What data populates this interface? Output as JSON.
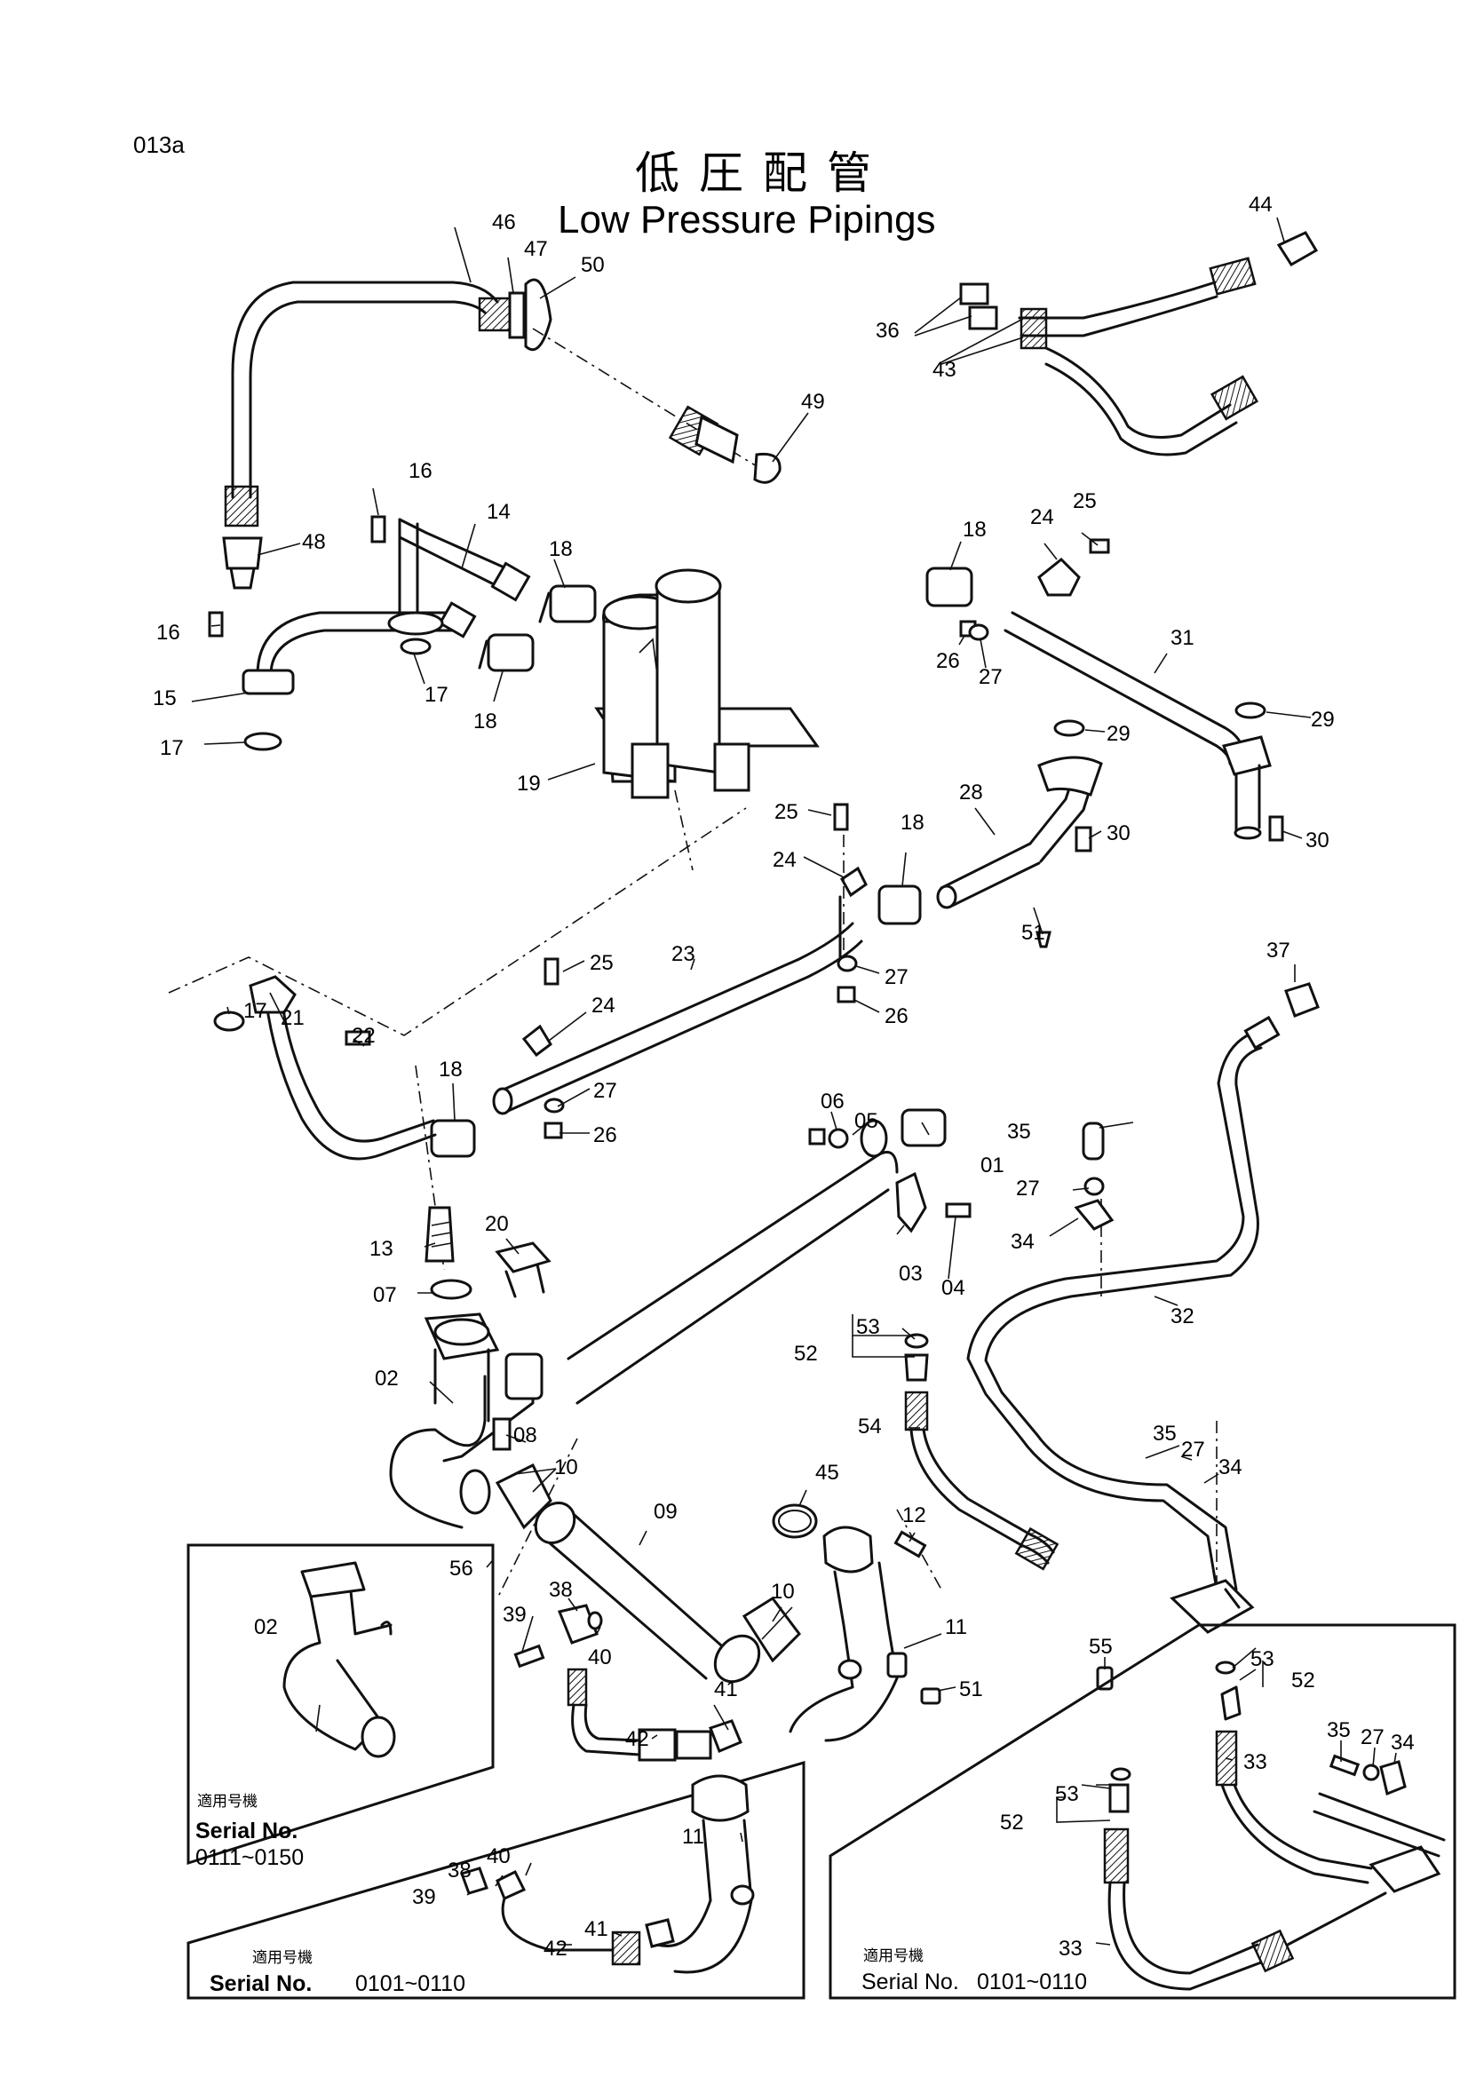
{
  "page_code": "013a",
  "title_jp": "低圧配管",
  "title_en": "Low Pressure Pipings",
  "callouts": [
    {
      "id": "c-46",
      "text": "46"
    },
    {
      "id": "c-47",
      "text": "47"
    },
    {
      "id": "c-50",
      "text": "50"
    },
    {
      "id": "c-49",
      "text": "49"
    },
    {
      "id": "c-44",
      "text": "44"
    },
    {
      "id": "c-36",
      "text": "36"
    },
    {
      "id": "c-43",
      "text": "43"
    },
    {
      "id": "c-48",
      "text": "48"
    },
    {
      "id": "c-16a",
      "text": "16"
    },
    {
      "id": "c-14",
      "text": "14"
    },
    {
      "id": "c-18a",
      "text": "18"
    },
    {
      "id": "c-16b",
      "text": "16"
    },
    {
      "id": "c-15",
      "text": "15"
    },
    {
      "id": "c-17a",
      "text": "17"
    },
    {
      "id": "c-17b",
      "text": "17"
    },
    {
      "id": "c-18b",
      "text": "18"
    },
    {
      "id": "c-19",
      "text": "19"
    },
    {
      "id": "c-18c",
      "text": "18"
    },
    {
      "id": "c-24a",
      "text": "24"
    },
    {
      "id": "c-25a",
      "text": "25"
    },
    {
      "id": "c-26a",
      "text": "26"
    },
    {
      "id": "c-27a",
      "text": "27"
    },
    {
      "id": "c-31",
      "text": "31"
    },
    {
      "id": "c-29a",
      "text": "29"
    },
    {
      "id": "c-29b",
      "text": "29"
    },
    {
      "id": "c-30a",
      "text": "30"
    },
    {
      "id": "c-30b",
      "text": "30"
    },
    {
      "id": "c-28",
      "text": "28"
    },
    {
      "id": "c-25b",
      "text": "25"
    },
    {
      "id": "c-24b",
      "text": "24"
    },
    {
      "id": "c-18d",
      "text": "18"
    },
    {
      "id": "c-51a",
      "text": "51"
    },
    {
      "id": "c-27b",
      "text": "27"
    },
    {
      "id": "c-26b",
      "text": "26"
    },
    {
      "id": "c-23",
      "text": "23"
    },
    {
      "id": "c-25c",
      "text": "25"
    },
    {
      "id": "c-24c",
      "text": "24"
    },
    {
      "id": "c-17c",
      "text": "17"
    },
    {
      "id": "c-21",
      "text": "21"
    },
    {
      "id": "c-22",
      "text": "22"
    },
    {
      "id": "c-18e",
      "text": "18"
    },
    {
      "id": "c-27c",
      "text": "27"
    },
    {
      "id": "c-26c",
      "text": "26"
    },
    {
      "id": "c-37",
      "text": "37"
    },
    {
      "id": "c-06",
      "text": "06"
    },
    {
      "id": "c-05",
      "text": "05"
    },
    {
      "id": "c-01",
      "text": "01"
    },
    {
      "id": "c-35a",
      "text": "35"
    },
    {
      "id": "c-27d",
      "text": "27"
    },
    {
      "id": "c-34a",
      "text": "34"
    },
    {
      "id": "c-03",
      "text": "03"
    },
    {
      "id": "c-04",
      "text": "04"
    },
    {
      "id": "c-32",
      "text": "32"
    },
    {
      "id": "c-13",
      "text": "13"
    },
    {
      "id": "c-20",
      "text": "20"
    },
    {
      "id": "c-07",
      "text": "07"
    },
    {
      "id": "c-02a",
      "text": "02"
    },
    {
      "id": "c-08",
      "text": "08"
    },
    {
      "id": "c-10a",
      "text": "10"
    },
    {
      "id": "c-53a",
      "text": "53"
    },
    {
      "id": "c-52a",
      "text": "52"
    },
    {
      "id": "c-54",
      "text": "54"
    },
    {
      "id": "c-35b",
      "text": "35"
    },
    {
      "id": "c-27e",
      "text": "27"
    },
    {
      "id": "c-34b",
      "text": "34"
    },
    {
      "id": "c-45",
      "text": "45"
    },
    {
      "id": "c-09",
      "text": "09"
    },
    {
      "id": "c-12",
      "text": "12"
    },
    {
      "id": "c-56",
      "text": "56"
    },
    {
      "id": "c-38a",
      "text": "38"
    },
    {
      "id": "c-39a",
      "text": "39"
    },
    {
      "id": "c-40a",
      "text": "40"
    },
    {
      "id": "c-10b",
      "text": "10"
    },
    {
      "id": "c-11a",
      "text": "11"
    },
    {
      "id": "c-51b",
      "text": "51"
    },
    {
      "id": "c-41a",
      "text": "41"
    },
    {
      "id": "c-42a",
      "text": "42"
    },
    {
      "id": "c-55",
      "text": "55"
    },
    {
      "id": "c-53b",
      "text": "53"
    },
    {
      "id": "c-52b",
      "text": "52"
    },
    {
      "id": "c-35c",
      "text": "35"
    },
    {
      "id": "c-27f",
      "text": "27"
    },
    {
      "id": "c-34c",
      "text": "34"
    },
    {
      "id": "c-33a",
      "text": "33"
    },
    {
      "id": "c-02b",
      "text": "02"
    },
    {
      "id": "c-53c",
      "text": "53"
    },
    {
      "id": "c-52c",
      "text": "52"
    },
    {
      "id": "c-11b",
      "text": "11"
    },
    {
      "id": "c-40b",
      "text": "40"
    },
    {
      "id": "c-38b",
      "text": "38"
    },
    {
      "id": "c-39b",
      "text": "39"
    },
    {
      "id": "c-41b",
      "text": "41"
    },
    {
      "id": "c-42b",
      "text": "42"
    },
    {
      "id": "c-33b",
      "text": "33"
    }
  ],
  "insets": [
    {
      "id": "inset-left",
      "heading": "適用号機",
      "label": "Serial No.",
      "range": "0111~0150"
    },
    {
      "id": "inset-middle",
      "heading": "適用号機",
      "label": "Serial No.",
      "range": "0101~0110"
    },
    {
      "id": "inset-right",
      "heading": "適用号機",
      "label": "Serial No.",
      "range": "0101~0110"
    }
  ]
}
